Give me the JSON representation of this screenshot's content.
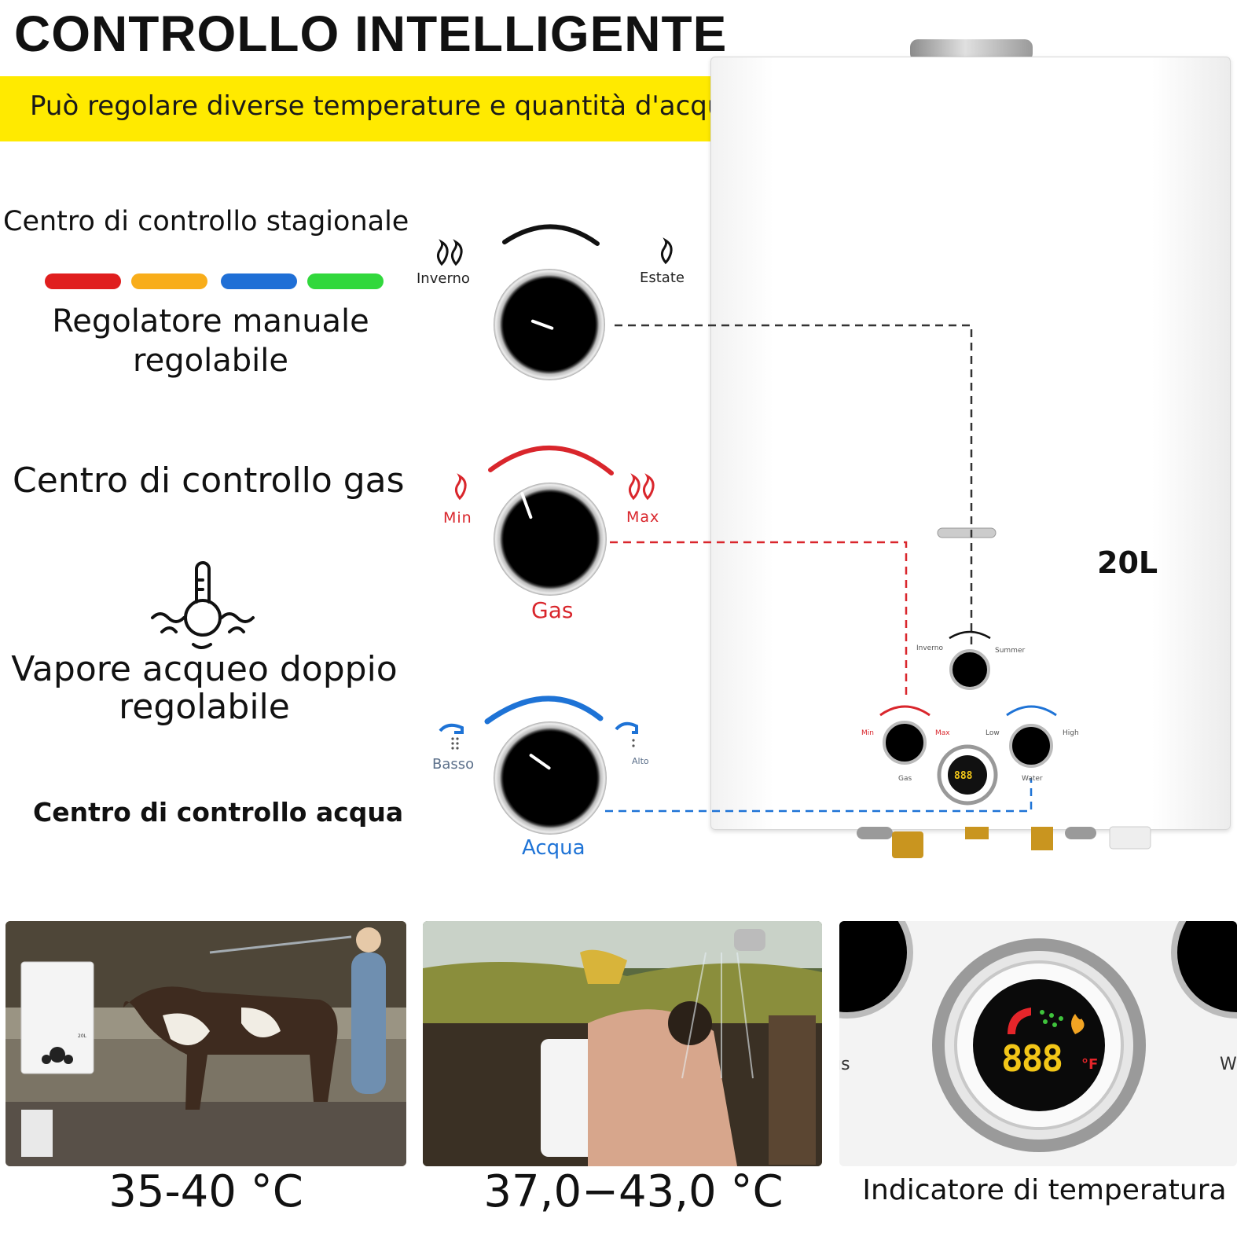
{
  "title": "CONTROLLO INTELLIGENTE",
  "banner": "Può regolare diverse temperature e quantità d'acqua",
  "seasonal": {
    "heading": "Centro di controllo stagionale",
    "subtitle_line1": "Regolatore manuale",
    "subtitle_line2": "regolabile",
    "left_label": "Inverno",
    "right_label": "Estate",
    "bar_colors": [
      "#e01e1e",
      "#f8ad1a",
      "#1f6fd6",
      "#31d83c"
    ]
  },
  "gas": {
    "heading": "Centro di controllo gas",
    "min_label": "Min",
    "max_label": "Max",
    "knob_label": "Gas",
    "accent": "#d9262c"
  },
  "steam": {
    "line1": "Vapore acqueo doppio",
    "line2": "regolabile"
  },
  "water": {
    "heading": "Centro di controllo acqua",
    "low_label": "Basso",
    "high_label": "Alto",
    "knob_label": "Acqua",
    "accent": "#1e73d6"
  },
  "heater": {
    "capacity": "20L",
    "mini_inverno": "Inverno",
    "mini_summer": "Summer",
    "mini_min": "Min",
    "mini_max": "Max",
    "mini_low": "Low",
    "mini_high": "High",
    "mini_gas": "Gas",
    "mini_water": "Water",
    "display": "888"
  },
  "zoom_display": {
    "digits": "888",
    "unit": "°F",
    "left_edge_text": "ıs",
    "right_edge_text": "W"
  },
  "photos": [
    {
      "caption": "35-40 °C",
      "mini_capacity": "20L"
    },
    {
      "caption": "37,0−43,0 °C"
    },
    {
      "caption": "Indicatore di temperatura"
    }
  ]
}
